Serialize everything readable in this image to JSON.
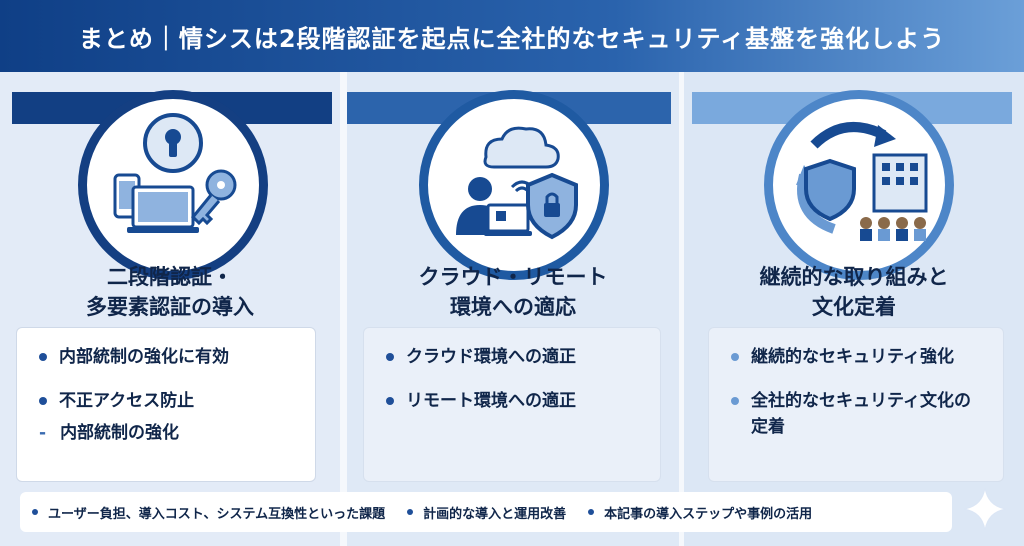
{
  "header": {
    "title": "まとめ｜情シスは2段階認証を起点に全社的なセキュリティ基盤を強化しよう"
  },
  "columns": [
    {
      "title_line1": "二段階認証・",
      "title_line2": "多要素認証の導入",
      "icon": "lock-devices-key-icon",
      "items": [
        "内部統制の強化に有効",
        "不正アクセス防止"
      ],
      "subitem": "内部統制の強化"
    },
    {
      "title_line1": "クラウド・リモート",
      "title_line2": "環境への適応",
      "icon": "cloud-remote-shield-icon",
      "items": [
        "クラウド環境への適正",
        "リモート環境への適正"
      ]
    },
    {
      "title_line1": "継続的な取り組みと",
      "title_line2": "文化定着",
      "icon": "cycle-shield-building-people-icon",
      "items": [
        "継続的なセキュリティ強化",
        "全社的なセキュリティ文化の定着"
      ]
    }
  ],
  "footer": {
    "items": [
      "ユーザー負担、導入コスト、システム互換性といった課題",
      "計画的な導入と運用改善",
      "本記事の導入ステップや事例の活用"
    ]
  },
  "colors": {
    "navy": "#123f83",
    "blue": "#2c64ac",
    "light_blue": "#7aa9dd"
  }
}
